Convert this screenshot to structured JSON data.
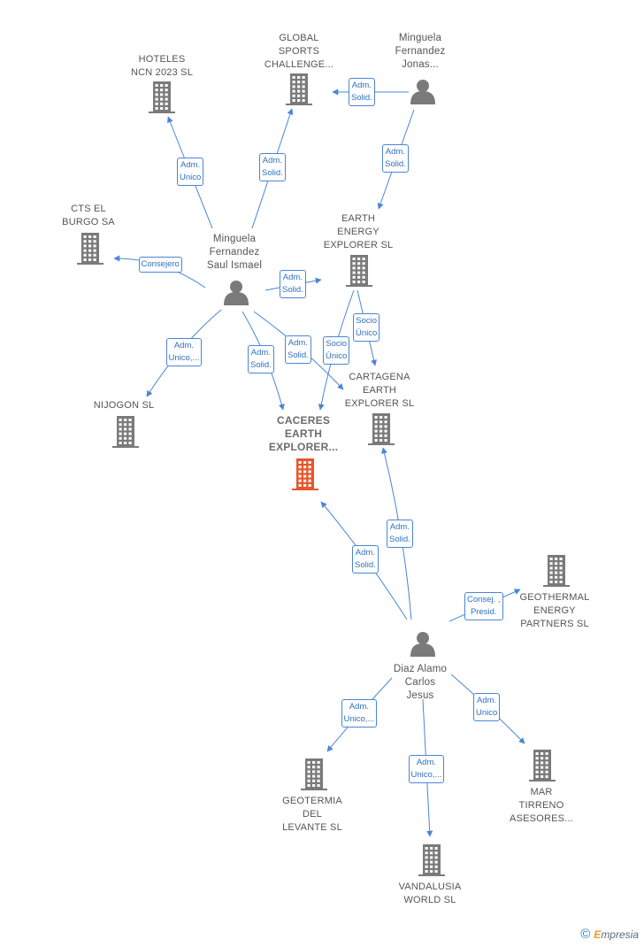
{
  "colors": {
    "edge": "#4a86d4",
    "building": "#7a7a7a",
    "focus_building": "#e8562a",
    "person": "#7a7a7a"
  },
  "nodes": [
    {
      "id": "hoteles",
      "type": "company",
      "label": "HOTELES\nNCN 2023  SL",
      "icon": "building-icon"
    },
    {
      "id": "global",
      "type": "company",
      "label": "GLOBAL\nSPORTS\nCHALLENGE...",
      "icon": "building-icon"
    },
    {
      "id": "jonas",
      "type": "person",
      "label": "Minguela\nFernandez\nJonas...",
      "icon": "person-icon"
    },
    {
      "id": "cts",
      "type": "company",
      "label": "CTS EL\nBURGO SA",
      "icon": "building-icon"
    },
    {
      "id": "saul",
      "type": "person",
      "label": "Minguela\nFernandez\nSaul Ismael",
      "icon": "person-icon"
    },
    {
      "id": "earth",
      "type": "company",
      "label": "EARTH\nENERGY\nEXPLORER  SL",
      "icon": "building-icon"
    },
    {
      "id": "nijogon",
      "type": "company",
      "label": "NIJOGON  SL",
      "icon": "building-icon"
    },
    {
      "id": "caceres",
      "type": "focus",
      "label": "CACERES\nEARTH\nEXPLORER...",
      "icon": "building-icon"
    },
    {
      "id": "cartagena",
      "type": "company",
      "label": "CARTAGENA\nEARTH\nEXPLORER  SL",
      "icon": "building-icon"
    },
    {
      "id": "geothermal",
      "type": "company",
      "label": "GEOTHERMAL\nENERGY\nPARTNERS  SL",
      "icon": "building-icon"
    },
    {
      "id": "diaz",
      "type": "person",
      "label": "Diaz Alamo\nCarlos\nJesus",
      "icon": "person-icon"
    },
    {
      "id": "geotermia",
      "type": "company",
      "label": "GEOTERMIA\nDEL\nLEVANTE  SL",
      "icon": "building-icon"
    },
    {
      "id": "vandalusia",
      "type": "company",
      "label": "VANDALUSIA\nWORLD  SL",
      "icon": "building-icon"
    },
    {
      "id": "mar",
      "type": "company",
      "label": "MAR\nTIRRENO\nASESORES...",
      "icon": "building-icon"
    }
  ],
  "edges": [
    {
      "from": "saul",
      "to": "hoteles",
      "label": "Adm.\nUnico"
    },
    {
      "from": "saul",
      "to": "global",
      "label": "Adm.\nSolid."
    },
    {
      "from": "jonas",
      "to": "global",
      "label": "Adm.\nSolid."
    },
    {
      "from": "jonas",
      "to": "earth",
      "label": "Adm.\nSolid."
    },
    {
      "from": "saul",
      "to": "cts",
      "label": "Consejero"
    },
    {
      "from": "saul",
      "to": "earth",
      "label": "Adm.\nSolid."
    },
    {
      "from": "saul",
      "to": "nijogon",
      "label": "Adm.\nUnico,..."
    },
    {
      "from": "saul",
      "to": "caceres",
      "label": "Adm.\nSolid."
    },
    {
      "from": "saul",
      "to": "cartagena",
      "label": "Adm.\nSolid."
    },
    {
      "from": "earth",
      "to": "cartagena",
      "label": "Socio\nÚnico"
    },
    {
      "from": "earth",
      "to": "caceres",
      "label": "Socio\nÚnico"
    },
    {
      "from": "diaz",
      "to": "cartagena",
      "label": "Adm.\nSolid."
    },
    {
      "from": "diaz",
      "to": "caceres",
      "label": "Adm.\nSolid."
    },
    {
      "from": "diaz",
      "to": "geothermal",
      "label": "Consej. ,\nPresid."
    },
    {
      "from": "diaz",
      "to": "geotermia",
      "label": "Adm.\nUnico,..."
    },
    {
      "from": "diaz",
      "to": "vandalusia",
      "label": "Adm.\nUnico,..."
    },
    {
      "from": "diaz",
      "to": "mar",
      "label": "Adm.\nUnico"
    }
  ],
  "watermark": {
    "copyright": "©",
    "brand_initial": "E",
    "brand_rest": "mpresia"
  }
}
